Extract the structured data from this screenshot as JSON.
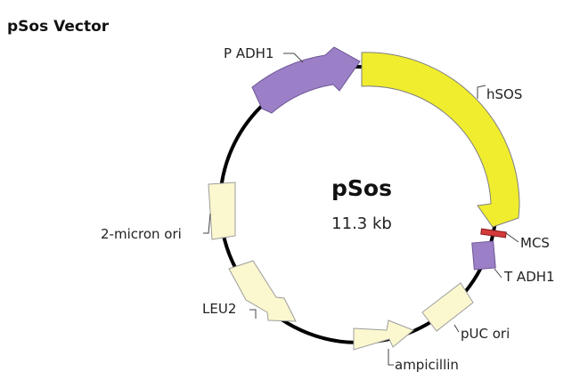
{
  "title": "pSos Vector",
  "plasmid": {
    "name": "pSos",
    "size": "11.3 kb"
  },
  "colors": {
    "backbone": "#000000",
    "promoter_terminator": "#9b7fc7",
    "insert": "#f0ed2e",
    "marker": "#fbf7cf",
    "mcs": "#d43a3a",
    "outline": "#666666"
  },
  "features": [
    {
      "id": "p-adh1",
      "label": "P ADH1",
      "type": "promoter"
    },
    {
      "id": "hsos",
      "label": "hSOS",
      "type": "insert"
    },
    {
      "id": "mcs",
      "label": "MCS",
      "type": "site"
    },
    {
      "id": "t-adh1",
      "label": "T ADH1",
      "type": "terminator"
    },
    {
      "id": "puc-ori",
      "label": "pUC ori",
      "type": "origin"
    },
    {
      "id": "ampicillin",
      "label": "ampicillin",
      "type": "marker"
    },
    {
      "id": "leu2",
      "label": "LEU2",
      "type": "marker"
    },
    {
      "id": "two-micron-ori",
      "label": "2-micron ori",
      "type": "origin"
    }
  ]
}
